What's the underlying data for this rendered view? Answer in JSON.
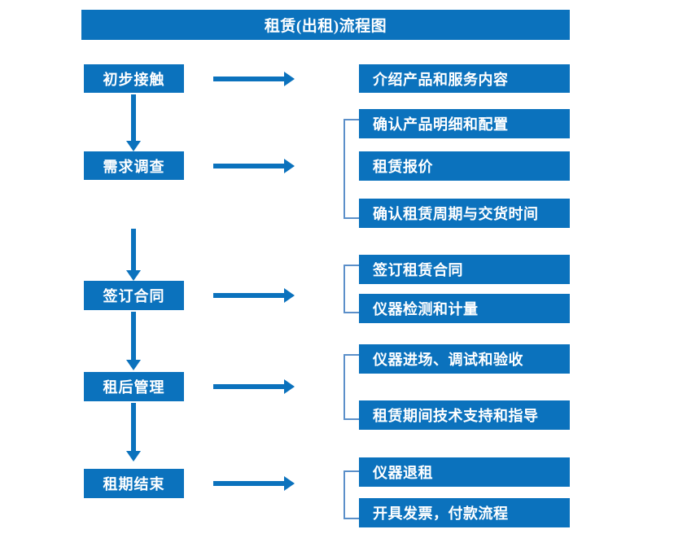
{
  "diagram": {
    "title": "租赁(出租)流程图",
    "colors": {
      "accent": "#0b72bd",
      "bracket": "#5b8fc9",
      "text_on_accent": "#ffffff",
      "background": "#ffffff"
    },
    "stages": [
      {
        "id": "initial-contact",
        "label": "初步接触",
        "details": [
          "介绍产品和服务内容"
        ],
        "bracketed": false
      },
      {
        "id": "requirement-survey",
        "label": "需求调查",
        "details": [
          "确认产品明细和配置",
          "租赁报价",
          "确认租赁周期与交货时间"
        ],
        "bracketed": true
      },
      {
        "id": "sign-contract",
        "label": "签订合同",
        "details": [
          "签订租赁合同",
          "仪器检测和计量"
        ],
        "bracketed": true
      },
      {
        "id": "post-rental-management",
        "label": "租后管理",
        "details": [
          "仪器进场、调试和验收",
          "租赁期间技术支持和指导"
        ],
        "bracketed": true
      },
      {
        "id": "lease-end",
        "label": "租期结束",
        "details": [
          "仪器退租",
          "开具发票，付款流程"
        ],
        "bracketed": true
      }
    ],
    "details_flat": [
      "介绍产品和服务内容",
      "确认产品明细和配置",
      "租赁报价",
      "确认租赁周期与交货时间",
      "签订租赁合同",
      "仪器检测和计量",
      "仪器进场、调试和验收",
      "租赁期间技术支持和指导",
      "仪器退租",
      "开具发票，付款流程"
    ]
  }
}
